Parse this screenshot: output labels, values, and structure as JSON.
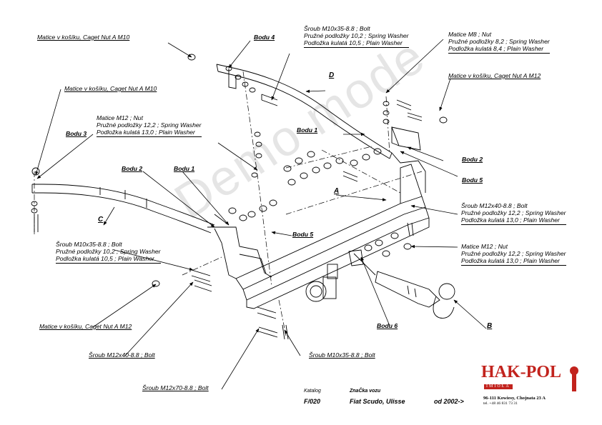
{
  "labels": {
    "top_left_nut": "Matice v košíku, Caget Nut A M10",
    "mid_left_nut": "Matice v košíku, Caget Nut A M10",
    "bottom_left_nut": "Matice v košíku, Caget Nut A M12",
    "right_top_nut": "Matice v košíku, Caget Nut A M12",
    "bodu_4": "Bodu 4",
    "bodu_3": "Bodu 3",
    "bodu_2_left": "Bodu 2",
    "bodu_1_left": "Bodu 1",
    "bodu_1_top": "Bodu 1",
    "bodu_2_right": "Bodu 2",
    "bodu_5_right": "Bodu 5",
    "bodu_5_mid": "Bodu 5",
    "bodu_6": "Bodu 6",
    "letter_a": "A",
    "letter_b": "B",
    "letter_c": "C",
    "letter_d": "D",
    "bolt_m12x40_bottom": "Šroub M12x40-8.8 ;  Bolt",
    "bolt_m10x35_bottom": "Šroub M10x35-8.8   ;  Bolt",
    "bolt_m12x70": "Šroub M12x70-8.8 ;  Bolt",
    "watermark": "Demo mode"
  },
  "blocks": {
    "top_center": [
      "Šroub M10x35-8.8  ;  Bolt",
      "Pružné podložky  10,2 ; Spring Washer",
      "Podložka kulatá 10,5 ;  Plain Washer"
    ],
    "top_right": [
      "Matice  M8 ; Nut",
      "Pružné podložky  8,2 ; Spring Washer",
      "Podložka kulatá 8,4 ;  Plain Washer"
    ],
    "mid_left_m12": [
      "Matice  M12 ; Nut",
      "Pružné podložky  12,2 ; Spring Washer",
      "Podložka kulatá 13,0 ;  Plain Washer"
    ],
    "right_bolt": [
      "Šroub M12x40-8.8 ;  Bolt",
      "Pružné podložky  12,2 ; Spring Washer",
      "Podložka kulatá 13,0 ;  Plain Washer"
    ],
    "right_nut": [
      "Matice  M12 ; Nut",
      "Pružné podložky  12,2 ; Spring Washer",
      "Podložka kulatá 13,0 ;  Plain Washer"
    ],
    "left_bolt": [
      "Šroub M10x35-8.8 ;  Bolt",
      "Pružné podložky  10,2 ; Spring Washer",
      "Podložka kulatá 10,5 ;  Plain Washer"
    ]
  },
  "footer": {
    "katalog_label": "Katalog",
    "katalog_value": "F/020",
    "znacka_label": "ZnaČka vozu",
    "vehicle": "Fiat Scudo, Ulisse",
    "year": "od  2002->"
  },
  "logo": {
    "name": "HAK-POL",
    "sub": "IMIOŁA",
    "address": "96-111 Kowiesy, Chojnata 23 A",
    "tel": "tel. +48 46 831 73 31",
    "color": "#c2231d"
  }
}
